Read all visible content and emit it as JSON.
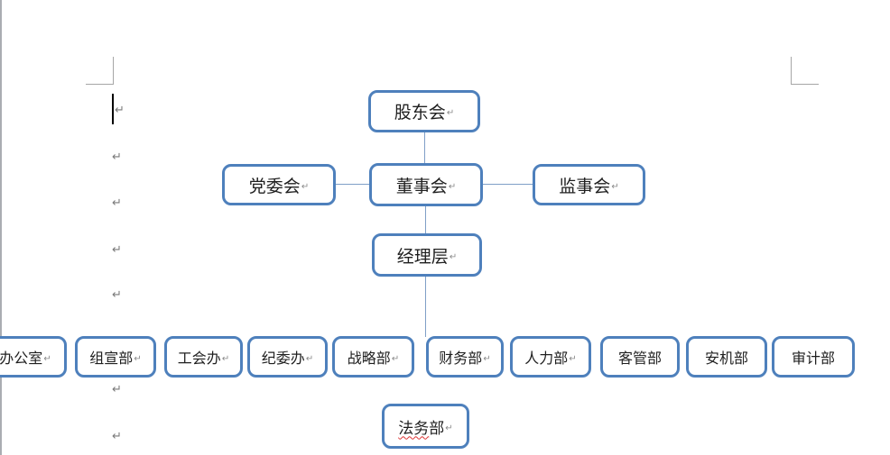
{
  "marks": {
    "paragraph_return": "↵"
  },
  "org_chart": {
    "nodes": {
      "shareholders": "股东会",
      "party_committee": "党委会",
      "board_of_directors": "董事会",
      "supervisory_board": "监事会",
      "management": "经理层",
      "legal_head": "法务",
      "legal_tail": "部"
    },
    "departments": [
      "办公室",
      "组宣部",
      "工会办",
      "纪委办",
      "战略部",
      "财务部",
      "人力部",
      "客管部",
      "安机部",
      "审计部"
    ],
    "colors": {
      "box_border": "#4E80BC",
      "connector": "#7F9FC7",
      "spellcheck_underline": "#DD3333",
      "text_boundary_mark": "#A6A6A6"
    }
  }
}
